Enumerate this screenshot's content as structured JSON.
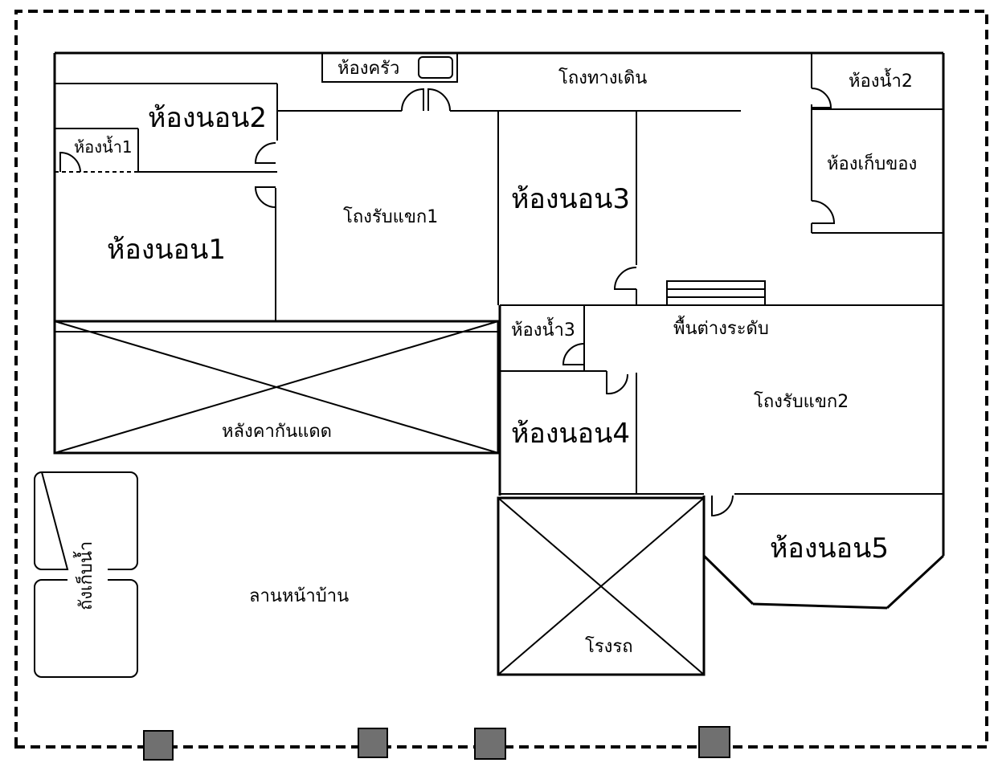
{
  "rooms": {
    "kitchen": "ห้องครัว",
    "hallway": "โถงทางเดิน",
    "bathroom2": "ห้องน้ำ2",
    "bedroom2": "ห้องนอน2",
    "bathroom1": "ห้องน้ำ1",
    "bedroom1": "ห้องนอน1",
    "living1": "โถงรับแขก1",
    "bedroom3": "ห้องนอน3",
    "storage": "ห้องเก็บของ",
    "bathroom3": "ห้องน้ำ3",
    "split_level": "พื้นต่างระดับ",
    "living2": "โถงรับแขก2",
    "bedroom4": "ห้องนอน4",
    "canopy": "หลังคากันแดด",
    "water_tank": "ถังเก็บน้ำ",
    "front_yard": "ลานหน้าบ้าน",
    "bedroom5": "ห้องนอน5",
    "garage": "โรงรถ"
  },
  "colors": {
    "wall": "#000000",
    "post": "#707070",
    "background": "#ffffff"
  }
}
